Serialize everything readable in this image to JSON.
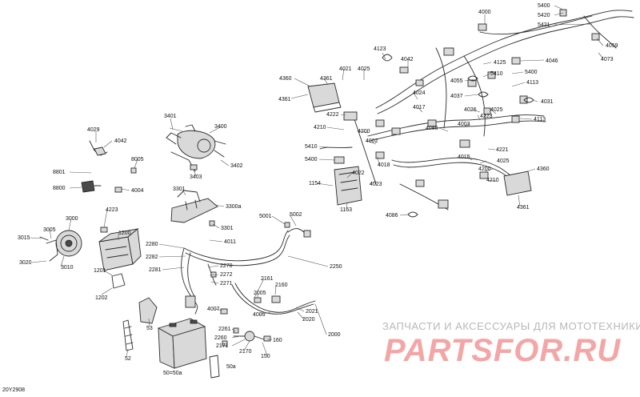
{
  "diagram_id": "20Y2908",
  "watermark": {
    "line1": "ЗАПЧАСТИ И АКСЕССУАРЫ ДЛЯ МОТОТЕХНИКИ",
    "logo": "PARTSFOR.RU"
  },
  "callouts": [
    "4000",
    "5400",
    "5420",
    "5421",
    "4059",
    "4073",
    "4123",
    "4042",
    "4046",
    "4125",
    "5410",
    "5400",
    "4055",
    "4113",
    "4037",
    "4031",
    "4021",
    "4025",
    "4360",
    "4361",
    "4361",
    "4024",
    "4017",
    "4026",
    "4025",
    "4222",
    "4223",
    "4003",
    "4113",
    "4200",
    "4210",
    "4085",
    "4002",
    "5410",
    "5400",
    "4018",
    "4015",
    "4221",
    "4025",
    "4200",
    "4022",
    "4023",
    "1154",
    "1163",
    "4210",
    "4360",
    "4361",
    "4086",
    "3401",
    "3400",
    "3403",
    "3402",
    "4029",
    "4042",
    "8005",
    "8801",
    "8800",
    "4004",
    "3301",
    "3300a",
    "3301",
    "4223",
    "5001",
    "5002",
    "4011",
    "2250",
    "3000",
    "3005",
    "3015",
    "3020",
    "3010",
    "1200",
    "1201",
    "1202",
    "2280",
    "2282",
    "2281",
    "2270",
    "2272",
    "2271",
    "2161",
    "2160",
    "2005",
    "4007",
    "4005",
    "2021",
    "2020",
    "2000",
    "53",
    "52",
    "50=50a",
    "50a",
    "2261",
    "2260",
    "2171",
    "2170",
    "150",
    "160"
  ]
}
